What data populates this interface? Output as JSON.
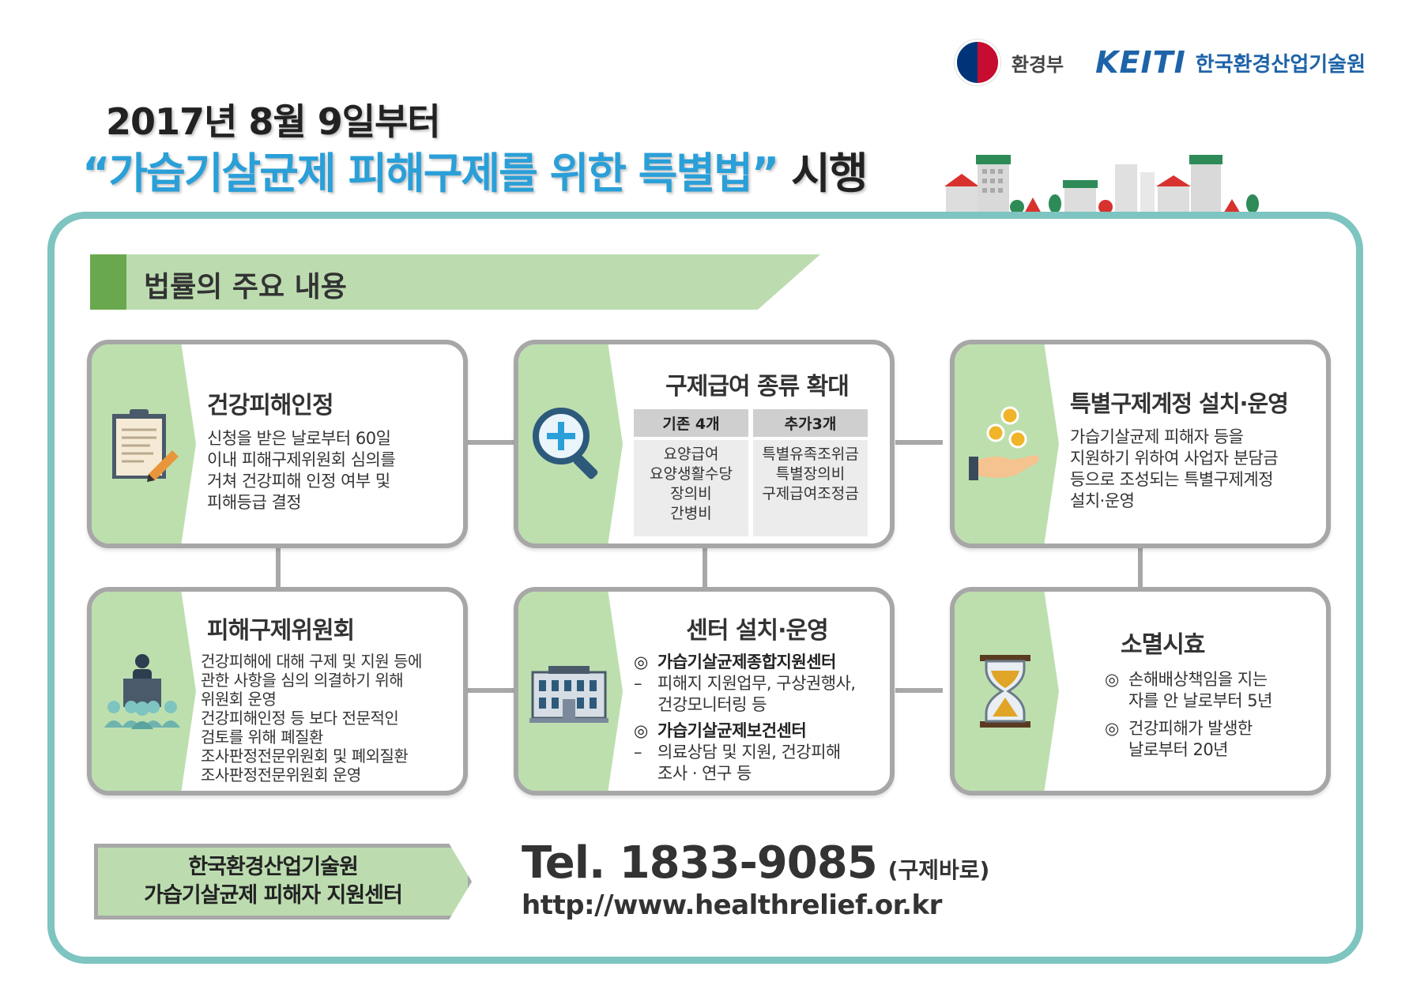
{
  "header": {
    "ministry_name": "환경부",
    "institute_mark": "KEITI",
    "institute_name": "한국환경산업기술원"
  },
  "title": {
    "line1": "2017년 8월 9일부터",
    "line2_quoted": "“가습기살균제 피해구제를 위한 특별법”",
    "line2_suffix": " 시행"
  },
  "section": {
    "banner": "법률의 주요 내용"
  },
  "cards": {
    "health_damage": {
      "title": "건강피해인정",
      "lines": [
        "신청을 받은 날로부터 60일",
        "이내 피해구제위원회 심의를",
        "거쳐 건강피해 인정 여부 및",
        "피해등급 결정"
      ]
    },
    "benefit_types": {
      "title": "구제급여 종류 확대",
      "existing_header": "기존 4개",
      "added_header": "추가3개",
      "existing": [
        "요양급여",
        "요양생활수당",
        "장의비",
        "간병비"
      ],
      "added": [
        "특별유족조위금",
        "특별장의비",
        "구제급여조정금"
      ]
    },
    "special_account": {
      "title": "특별구제계정 설치·운영",
      "lines": [
        "가습기살균제 피해자 등을",
        "지원하기 위하여 사업자 분담금",
        "등으로 조성되는 특별구제계정",
        "설치·운영"
      ]
    },
    "committee": {
      "title": "피해구제위원회",
      "lines": [
        "건강피해에 대해 구제 및 지원 등에",
        "관한 사항을 심의 의결하기 위해",
        "위원회 운영",
        "건강피해인정 등 보다 전문적인",
        "검토를 위해 폐질환",
        "조사판정전문위원회 및 폐외질환",
        "조사판정전문위원회 운영"
      ]
    },
    "center": {
      "title": "센터 설치·운영",
      "mark": "◎",
      "dash": "–",
      "item1_title": "가습기살균제종합지원센터",
      "item1_lines": [
        "피해지 지원업무, 구상권행사,",
        "건강모니터링 등"
      ],
      "item2_title": "가습기살균제보건센터",
      "item2_lines": [
        "의료상담 및 지원, 건강피해",
        "조사 · 연구 등"
      ]
    },
    "limitation": {
      "title": "소멸시효",
      "mark": "◎",
      "item1_lines": [
        "손해배상책임을 지는",
        "자를 안 날로부터 5년"
      ],
      "item2_lines": [
        "건강피해가 발생한",
        "날로부터 20년"
      ]
    }
  },
  "footer": {
    "org_line1": "한국환경산업기술원",
    "org_line2": "가습기살균제 피해자 지원센터",
    "tel": "Tel. 1833-9085",
    "tel_note": "(구제바로)",
    "url": "http://www.healthrelief.or.kr"
  },
  "colors": {
    "frame": "#7ec4c0",
    "banner_dark": "#6aa84f",
    "banner_light": "#bcdcb0",
    "card_left": "#bddfae",
    "title_highlight": "#2a9fd8",
    "brand_blue": "#1e63a8"
  },
  "icons": [
    "clipboard-pencil-icon",
    "magnifier-plus-icon",
    "coins-hand-icon",
    "audience-speaker-icon",
    "building-icon",
    "hourglass-icon"
  ]
}
